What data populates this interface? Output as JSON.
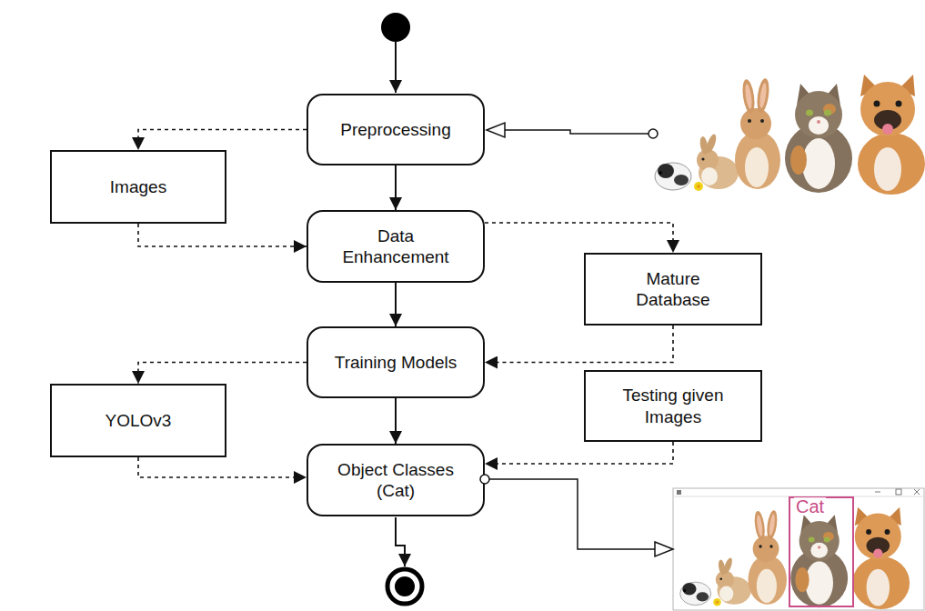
{
  "diagram": {
    "nodes": [
      {
        "text": [
          "Preprocessing"
        ]
      },
      {
        "text": [
          "Images"
        ]
      },
      {
        "text": [
          "Data Enhancement"
        ]
      },
      {
        "text": [
          "Mature Database"
        ]
      },
      {
        "text": [
          "Training Models"
        ]
      },
      {
        "text": [
          "YOLOv3"
        ]
      },
      {
        "text": [
          "Testing given Images"
        ]
      },
      {
        "text": [
          "Object Classes (Cat)"
        ]
      }
    ],
    "edges": [
      {
        "from": 0,
        "to": 1,
        "arrow": "to"
      },
      {
        "from": 0,
        "to": 2,
        "arrow": "to"
      },
      {
        "from": 1,
        "to": 2,
        "arrow": "to"
      },
      {
        "from": 2,
        "to": 3,
        "arrow": "to"
      },
      {
        "from": 2,
        "to": 4,
        "arrow": "to"
      },
      {
        "from": 3,
        "to": 4,
        "arrow": "to"
      },
      {
        "from": 4,
        "to": 5,
        "arrow": "to"
      },
      {
        "from": 4,
        "to": 7,
        "arrow": "to"
      },
      {
        "from": 5,
        "to": 7,
        "arrow": "to"
      },
      {
        "from": 6,
        "to": 7,
        "arrow": "to"
      }
    ],
    "labels": [
      "Cat"
    ]
  }
}
